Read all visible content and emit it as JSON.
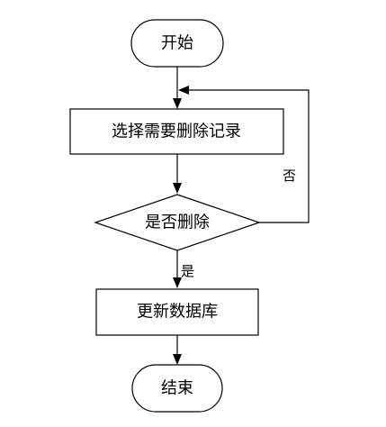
{
  "flowchart": {
    "nodes": {
      "start": {
        "type": "terminator",
        "label": "开始"
      },
      "select": {
        "type": "process",
        "label": "选择需要删除记录"
      },
      "decide": {
        "type": "decision",
        "label": "是否删除"
      },
      "update": {
        "type": "process",
        "label": "更新数据库"
      },
      "end": {
        "type": "terminator",
        "label": "结束"
      }
    },
    "edges": {
      "start_to_select": {
        "from": "start",
        "to": "select",
        "label": ""
      },
      "select_to_decide": {
        "from": "select",
        "to": "decide",
        "label": ""
      },
      "decide_no_loop": {
        "from": "decide",
        "to": "select",
        "label": "否"
      },
      "decide_yes": {
        "from": "decide",
        "to": "update",
        "label": "是"
      },
      "update_to_end": {
        "from": "update",
        "to": "end",
        "label": ""
      }
    }
  }
}
